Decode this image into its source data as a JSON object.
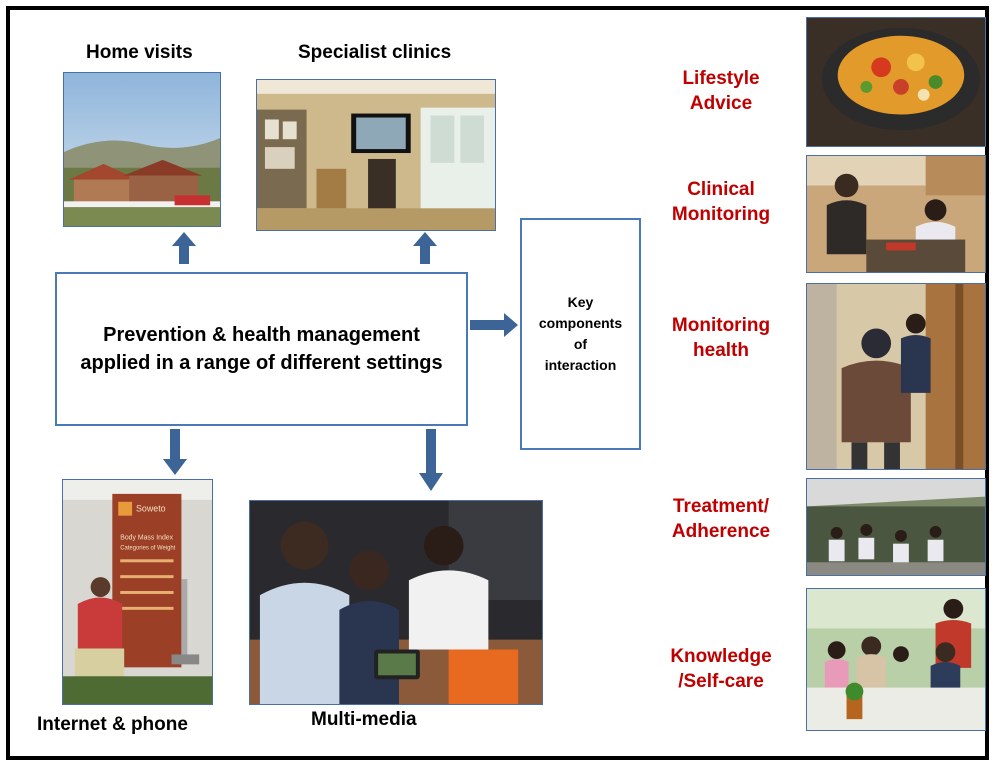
{
  "settings": {
    "home_visits": "Home visits",
    "specialist_clinics": "Specialist clinics",
    "internet_phone": "Internet & phone",
    "multi_media": "Multi-media"
  },
  "center_box": {
    "line1": "Prevention & health management",
    "line2": "applied in a range of different settings"
  },
  "key_box": {
    "line1": "Key",
    "line2": "components",
    "line3": "of",
    "line4": "interaction"
  },
  "components": [
    {
      "line1": "Lifestyle",
      "line2": "Advice"
    },
    {
      "line1": "Clinical",
      "line2": "Monitoring"
    },
    {
      "line1": "Monitoring",
      "line2": "health"
    },
    {
      "line1": "Treatment/",
      "line2": "Adherence"
    },
    {
      "line1": "Knowledge",
      "line2": "/Self-care"
    }
  ],
  "banner_text": {
    "brand": "Soweto",
    "title": "Body Mass Index",
    "subtitle": "Categories of Weight"
  },
  "colors": {
    "box_border": "#4a7ab5",
    "arrow": "#3d6496",
    "component_text": "#c00000"
  }
}
